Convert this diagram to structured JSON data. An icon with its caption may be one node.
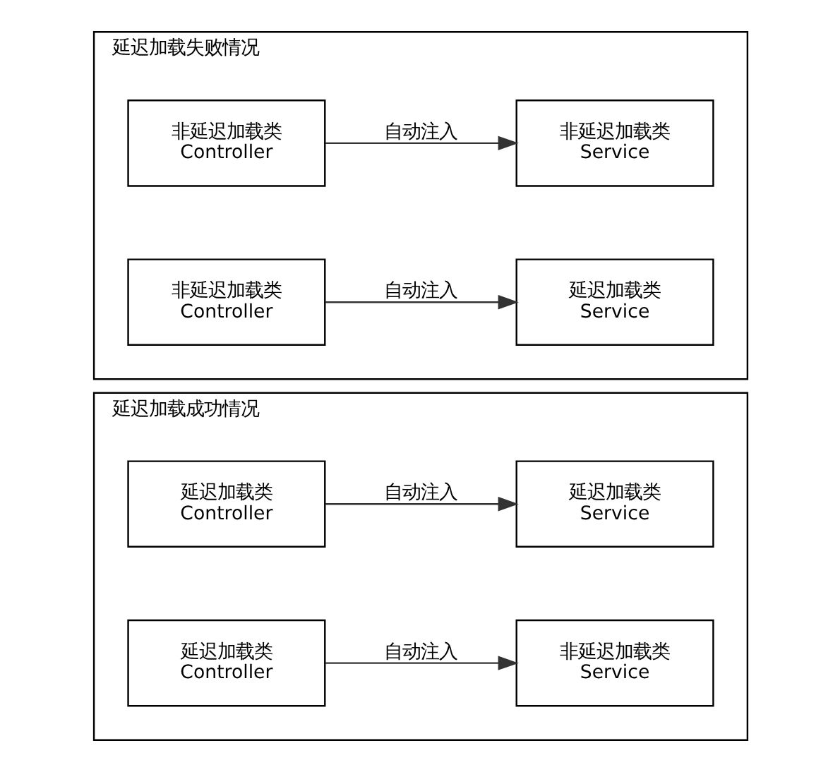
{
  "diagram": {
    "nodes": [
      {
        "text": [
          "延迟加载成功情况"
        ]
      },
      {
        "text": [
          "延迟加载类",
          "Controller"
        ],
        "in": 0
      },
      {
        "text": [
          "延迟加载类",
          "Service"
        ],
        "in": 0
      },
      {
        "text": [
          "延迟加载类",
          "Controller"
        ],
        "in": 0
      },
      {
        "text": [
          "非延迟加载类",
          "Service"
        ],
        "in": 0
      },
      {
        "text": [
          "延迟加载失败情况"
        ]
      },
      {
        "text": [
          "非延迟加载类",
          "Controller"
        ],
        "in": 5
      },
      {
        "text": [
          "非延迟加载类",
          "Service"
        ],
        "in": 5
      },
      {
        "text": [
          "非延迟加载类",
          "Controller"
        ],
        "in": 5
      },
      {
        "text": [
          "延迟加载类",
          "Service"
        ],
        "in": 5
      }
    ],
    "edges": [
      {
        "from": 1,
        "to": 2,
        "arrow": "to",
        "label": "自动注入"
      },
      {
        "from": 3,
        "to": 4,
        "arrow": "to",
        "label": "自动注入"
      },
      {
        "from": 6,
        "to": 7,
        "arrow": "to",
        "label": "自动注入"
      },
      {
        "from": 8,
        "to": 9,
        "arrow": "to",
        "label": "自动注入"
      }
    ]
  }
}
